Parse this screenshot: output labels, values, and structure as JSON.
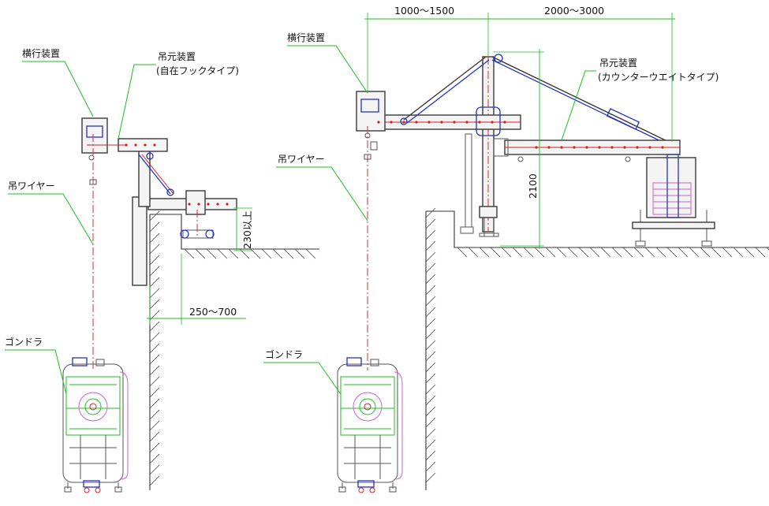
{
  "left_view": {
    "traverse_label": "横行装置",
    "hanger_label": "吊元装置",
    "hanger_type": "(自在フックタイプ)",
    "wire_label": "吊ワイヤー",
    "gondola_label": "ゴンドラ",
    "dim_height": "230以上",
    "dim_width": "250～700"
  },
  "right_view": {
    "traverse_label": "横行装置",
    "hanger_label": "吊元装置",
    "hanger_type": "(カウンターウエイトタイプ)",
    "wire_label": "吊ワイヤー",
    "gondola_label": "ゴンドラ",
    "dim_span_left": "1000～1500",
    "dim_span_right": "2000～3000",
    "dim_height": "2100"
  },
  "colors": {
    "structure": "#3a3a3a",
    "beam": "#2233cc",
    "wire": "#e02828",
    "annotation": "#19c01e",
    "cable": "#d060d0"
  }
}
